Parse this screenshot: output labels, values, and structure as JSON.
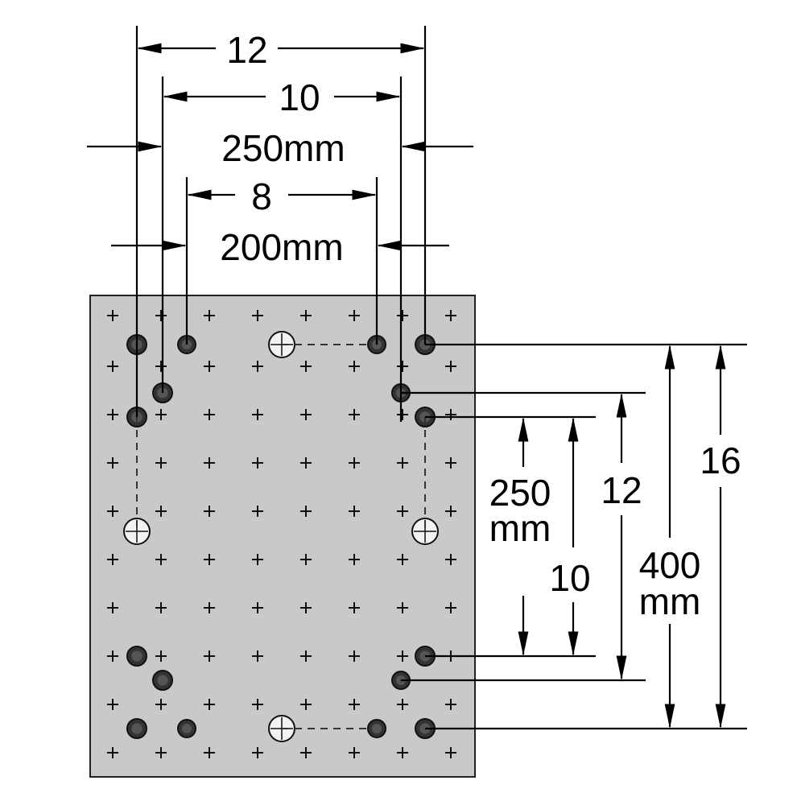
{
  "colors": {
    "plate_fill": "#c9c9c9",
    "plate_stroke": "#222222",
    "line": "#000000",
    "dashed": "#333333",
    "hole_dark": "#333333",
    "hole_light": "#f2f2f2",
    "background": "#ffffff"
  },
  "horizontal_dimensions": {
    "top_count": "12",
    "mid_count": "10",
    "mid_size": "250mm",
    "inner_count": "8",
    "inner_size": "200mm"
  },
  "vertical_dimensions": {
    "inner_size_line1": "250",
    "inner_size_line2": "mm",
    "inner_count": "10",
    "mid_count": "12",
    "outer_size_line1": "400",
    "outer_size_line2": "mm",
    "outer_count": "16"
  },
  "icons": {
    "grid_marker": "plus-icon",
    "threaded_hole": "dark-hole-icon",
    "locating_hole": "open-hole-icon"
  }
}
